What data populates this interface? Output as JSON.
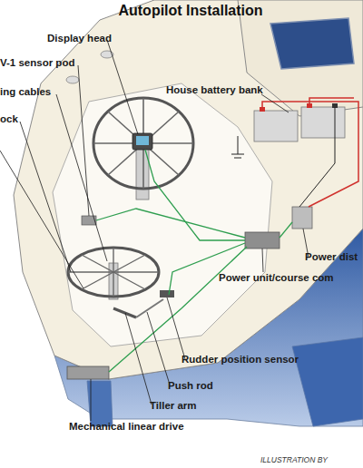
{
  "diagram": {
    "title": "Autopilot Installation",
    "labels": [
      "Display head",
      "V-1 sensor pod",
      "ing cables",
      "ock",
      "House battery bank",
      "Power dist",
      "Power unit/course com",
      "Rudder position sensor",
      "Push rod",
      "Tiller arm",
      "Mechanical linear drive",
      "ILLUSTRATION BY"
    ]
  }
}
